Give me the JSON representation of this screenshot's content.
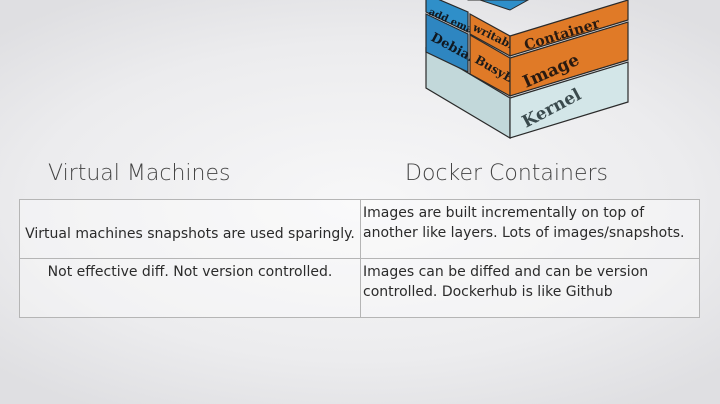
{
  "diagram": {
    "layers": {
      "kernel": "Kernel",
      "image": "Image",
      "container": "Container",
      "debian": "Debian",
      "busybox": "BusyBox",
      "writable": "writable",
      "add_emacs": "add emacs"
    },
    "colors": {
      "kernel": "#c9dfe0",
      "image_front": "#e07a27",
      "container_front": "#e07a27",
      "debian": "#2e86c1",
      "busybox": "#e07a27",
      "top_blue": "#2f8fc9",
      "outline": "#2a2a2a"
    }
  },
  "headings": {
    "left": "Virtual Machines",
    "right": "Docker Containers"
  },
  "table": {
    "rows": [
      {
        "left": "Virtual machines snapshots are used sparingly.",
        "right_line1": "Images are built incrementally on top of",
        "right_line2": "another like layers.  Lots of images/snapshots."
      },
      {
        "left": "Not effective diff. Not version controlled.",
        "right_line1": "Images can be diffed and can be version",
        "right_line2": "controlled. Dockerhub is like Github"
      }
    ]
  }
}
